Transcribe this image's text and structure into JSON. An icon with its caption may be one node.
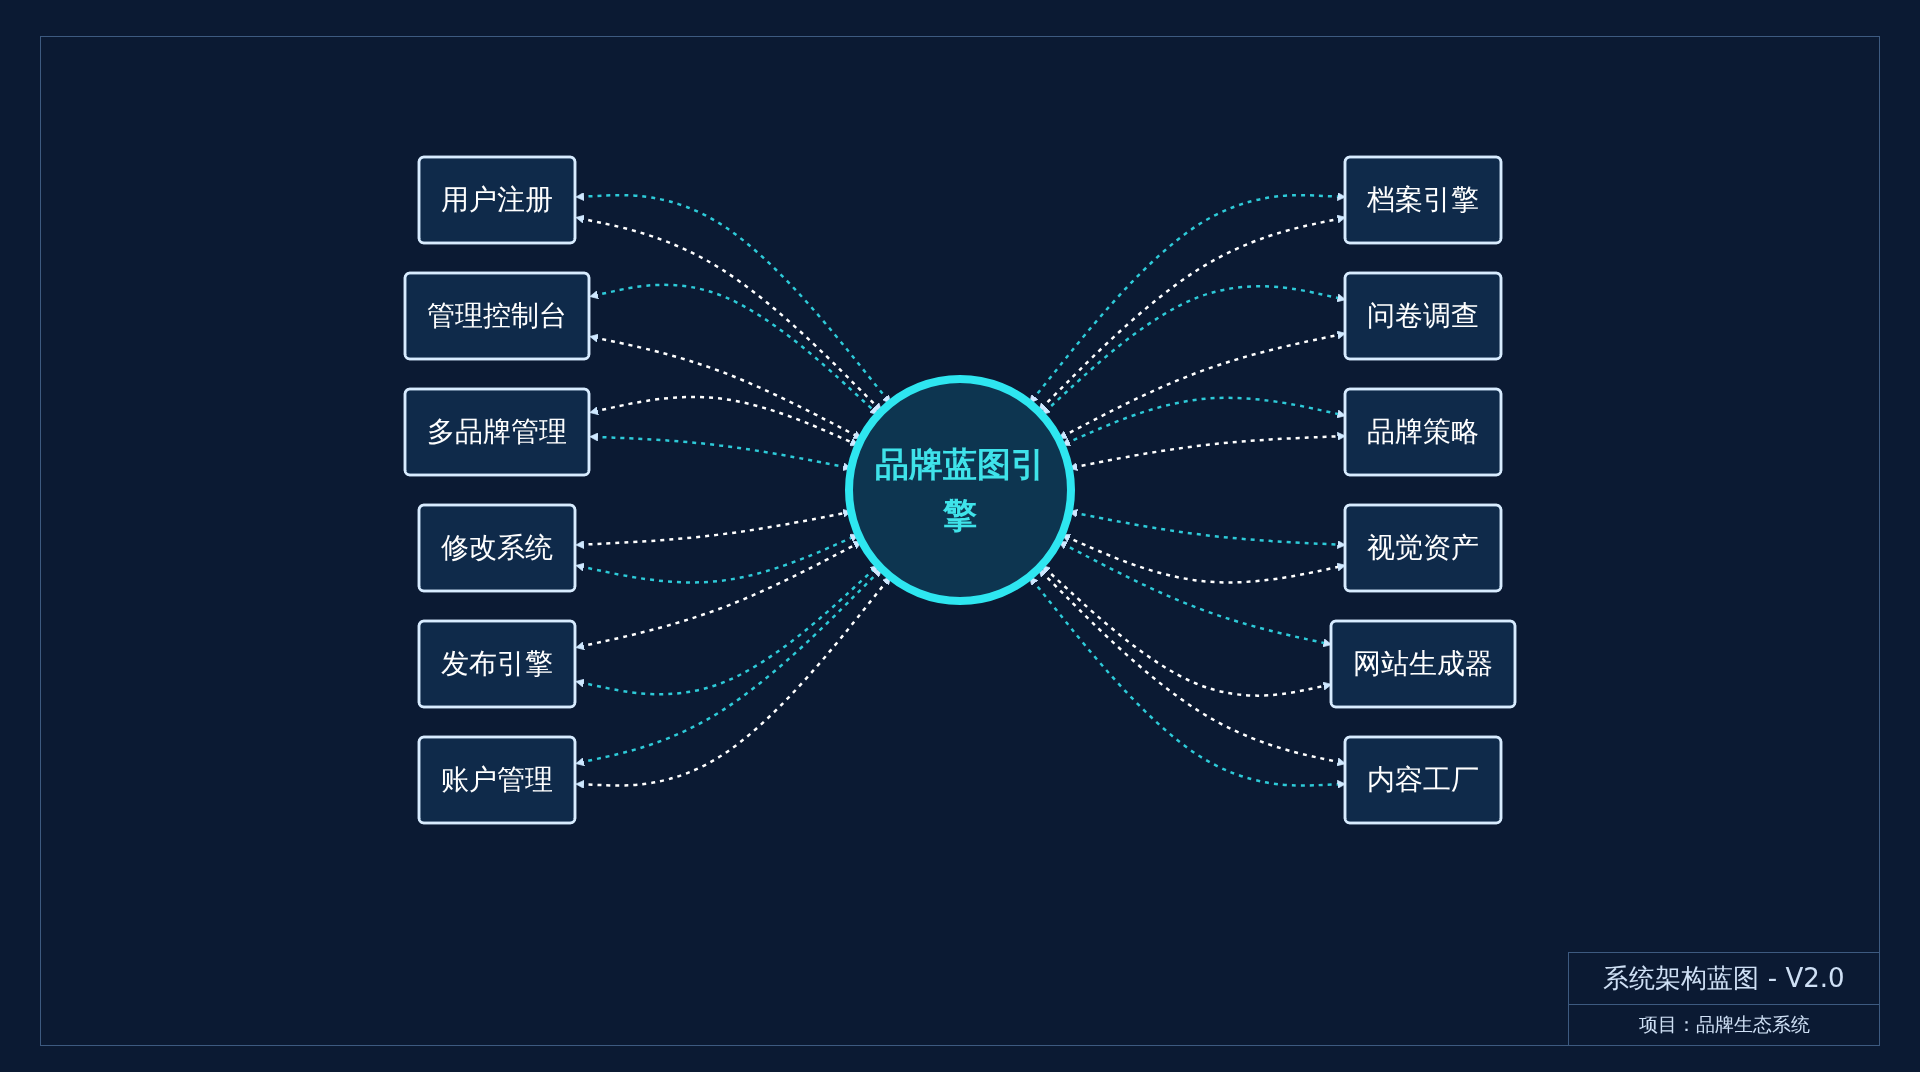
{
  "diagram": {
    "nodes": [
      {
        "text": [
          "用户注册"
        ]
      },
      {
        "text": [
          "管理控制台"
        ]
      },
      {
        "text": [
          "档案引擎"
        ]
      },
      {
        "text": [
          "多品牌管理"
        ]
      },
      {
        "text": [
          "问卷调查"
        ]
      },
      {
        "text": [
          "修改系统"
        ]
      },
      {
        "text": [
          "品牌蓝图引擎"
        ]
      },
      {
        "text": [
          "品牌策略"
        ]
      },
      {
        "text": [
          "发布引擎"
        ]
      },
      {
        "text": [
          "视觉资产"
        ]
      },
      {
        "text": [
          "账户管理"
        ]
      },
      {
        "text": [
          "网站生成器"
        ]
      },
      {
        "text": [
          "内容工厂"
        ]
      }
    ],
    "edges": [
      {
        "from": 0,
        "to": 6,
        "arrow": "both",
        "style": "dashed",
        "color": "#2ecad8"
      },
      {
        "from": 0,
        "to": 6,
        "arrow": "both",
        "style": "dashed",
        "color": "#ffffff"
      },
      {
        "from": 1,
        "to": 6,
        "arrow": "both",
        "style": "dashed",
        "color": "#2ecad8"
      },
      {
        "from": 1,
        "to": 6,
        "arrow": "both",
        "style": "dashed",
        "color": "#ffffff"
      },
      {
        "from": 6,
        "to": 2,
        "arrow": "both",
        "style": "dashed",
        "color": "#2ecad8"
      },
      {
        "from": 6,
        "to": 2,
        "arrow": "both",
        "style": "dashed",
        "color": "#ffffff"
      },
      {
        "from": 3,
        "to": 6,
        "arrow": "both",
        "style": "dashed",
        "color": "#ffffff"
      },
      {
        "from": 3,
        "to": 6,
        "arrow": "both",
        "style": "dashed",
        "color": "#2ecad8"
      },
      {
        "from": 6,
        "to": 4,
        "arrow": "both",
        "style": "dashed",
        "color": "#2ecad8"
      },
      {
        "from": 6,
        "to": 4,
        "arrow": "both",
        "style": "dashed",
        "color": "#ffffff"
      },
      {
        "from": 5,
        "to": 6,
        "arrow": "both",
        "style": "dashed",
        "color": "#ffffff"
      },
      {
        "from": 5,
        "to": 6,
        "arrow": "both",
        "style": "dashed",
        "color": "#2ecad8"
      },
      {
        "from": 6,
        "to": 7,
        "arrow": "both",
        "style": "dashed",
        "color": "#2ecad8"
      },
      {
        "from": 6,
        "to": 7,
        "arrow": "both",
        "style": "dashed",
        "color": "#ffffff"
      },
      {
        "from": 8,
        "to": 6,
        "arrow": "both",
        "style": "dashed",
        "color": "#ffffff"
      },
      {
        "from": 8,
        "to": 6,
        "arrow": "both",
        "style": "dashed",
        "color": "#2ecad8"
      },
      {
        "from": 6,
        "to": 9,
        "arrow": "both",
        "style": "dashed",
        "color": "#2ecad8"
      },
      {
        "from": 6,
        "to": 9,
        "arrow": "both",
        "style": "dashed",
        "color": "#ffffff"
      },
      {
        "from": 10,
        "to": 6,
        "arrow": "both",
        "style": "dashed",
        "color": "#2ecad8"
      },
      {
        "from": 10,
        "to": 6,
        "arrow": "both",
        "style": "dashed",
        "color": "#ffffff"
      },
      {
        "from": 6,
        "to": 11,
        "arrow": "both",
        "style": "dashed",
        "color": "#2ecad8"
      },
      {
        "from": 6,
        "to": 11,
        "arrow": "both",
        "style": "dashed",
        "color": "#ffffff"
      },
      {
        "from": 6,
        "to": 12,
        "arrow": "both",
        "style": "dashed",
        "color": "#ffffff"
      },
      {
        "from": 6,
        "to": 12,
        "arrow": "both",
        "style": "dashed",
        "color": "#2ecad8"
      }
    ],
    "labels": [
      "系统架构蓝图 - V2.0",
      "项目：品牌生态系统"
    ]
  }
}
